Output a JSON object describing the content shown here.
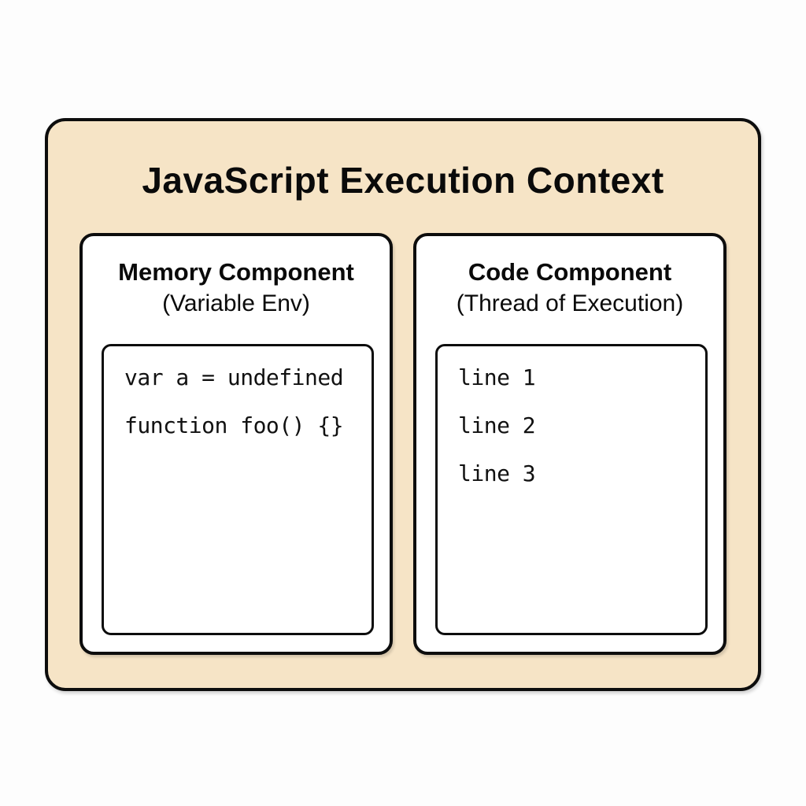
{
  "diagram": {
    "title": "JavaScript Execution Context",
    "memory_panel": {
      "title": "Memory Component",
      "subtitle": "(Variable Env)",
      "code_lines": {
        "0": "var a = undefined",
        "1": "function foo() {}"
      }
    },
    "code_panel": {
      "title": "Code Component",
      "subtitle": "(Thread of Execution)",
      "code_lines": {
        "0": "line 1",
        "1": "line 2",
        "2": "line 3"
      }
    },
    "colors": {
      "context_fill": "#f6e4c6",
      "panel_fill": "#ffffff",
      "border": "#0d0d0d",
      "page_background": "#fdfdfd",
      "text": "#0a0a0a"
    }
  }
}
